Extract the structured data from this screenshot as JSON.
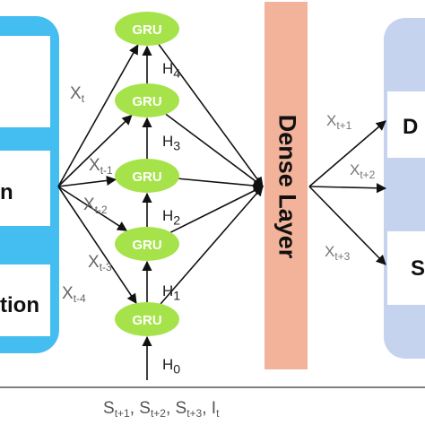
{
  "gru_label": "GRU",
  "hidden_states": [
    {
      "name": "H",
      "sub": "4"
    },
    {
      "name": "H",
      "sub": "3"
    },
    {
      "name": "H",
      "sub": "2"
    },
    {
      "name": "H",
      "sub": "1"
    },
    {
      "name": "H",
      "sub": "0"
    }
  ],
  "inputs": [
    {
      "name": "X",
      "sub": "t"
    },
    {
      "name": "X",
      "sub": "t-1"
    },
    {
      "name": "X",
      "sub": "t-2"
    },
    {
      "name": "X",
      "sub": "t-3"
    },
    {
      "name": "X",
      "sub": "t-4"
    }
  ],
  "dense_label": "Dense Layer",
  "outputs": [
    {
      "name": "X",
      "sub": "t+1"
    },
    {
      "name": "X",
      "sub": "t+2"
    },
    {
      "name": "X",
      "sub": "t+3"
    }
  ],
  "left_panel_texts": [
    "n",
    "tion"
  ],
  "right_panel_texts": [
    "D",
    "S"
  ],
  "bottom_sequence": [
    {
      "name": "S",
      "sub": "t+1"
    },
    {
      "name": "S",
      "sub": "t+2"
    },
    {
      "name": "S",
      "sub": "t+3"
    },
    {
      "name": "I",
      "sub": "t"
    }
  ],
  "colors": {
    "gru_fill": "#a6e34b",
    "dense_fill": "#f3b39a",
    "left_panel_bg": "#44bdf0",
    "right_panel_bg": "#c5d3ee",
    "arrow": "#111111"
  }
}
